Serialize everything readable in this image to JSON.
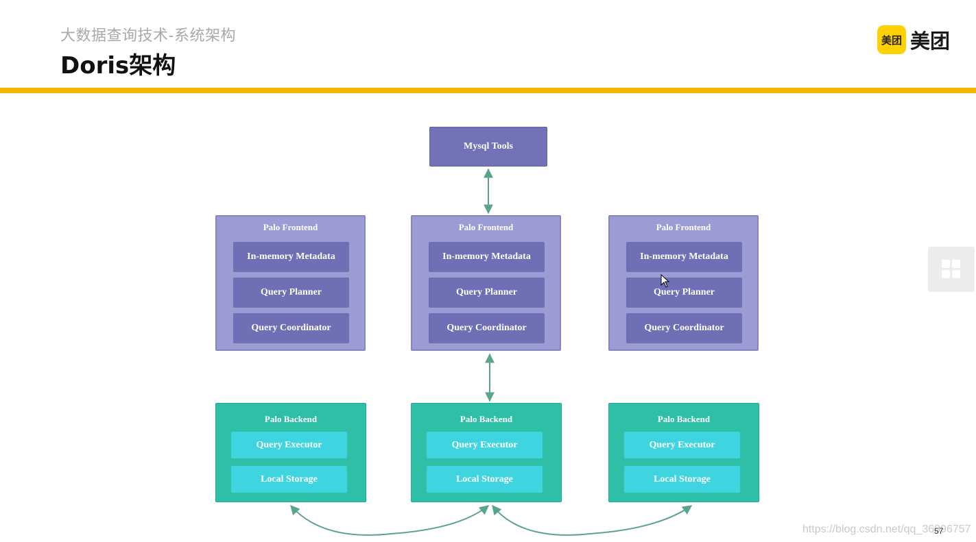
{
  "header": {
    "subtitle": "大数据查询技术-系统架构",
    "title": "Doris架构",
    "logo_badge": "美团",
    "logo_text": "美团"
  },
  "diagram": {
    "top_node": "Mysql Tools",
    "frontends": [
      {
        "title": "Palo Frontend",
        "items": [
          "In-memory Metadata",
          "Query Planner",
          "Query Coordinator"
        ]
      },
      {
        "title": "Palo Frontend",
        "items": [
          "In-memory Metadata",
          "Query Planner",
          "Query Coordinator"
        ]
      },
      {
        "title": "Palo Frontend",
        "items": [
          "In-memory Metadata",
          "Query Planner",
          "Query Coordinator"
        ]
      }
    ],
    "backends": [
      {
        "title": "Palo Backend",
        "items": [
          "Query Executor",
          "Local Storage"
        ]
      },
      {
        "title": "Palo Backend",
        "items": [
          "Query Executor",
          "Local Storage"
        ]
      },
      {
        "title": "Palo Backend",
        "items": [
          "Query Executor",
          "Local Storage"
        ]
      }
    ]
  },
  "footer": {
    "page_number": "57",
    "watermark": "https://blog.csdn.net/qq_36396757"
  },
  "colors": {
    "accent_rule": "#f2b500",
    "logo_yellow": "#ffd100",
    "frontend": "#9c9cd4",
    "frontend_inner": "#6f6fb6",
    "backend": "#2fbfa6",
    "backend_inner": "#3fd5e0",
    "arrow": "#5aa58a"
  }
}
